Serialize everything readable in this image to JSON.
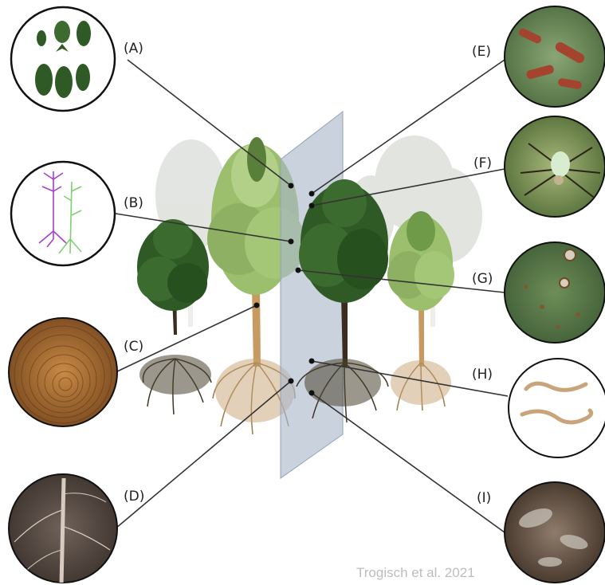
{
  "labels": {
    "A": "(A)",
    "B": "(B)",
    "C": "(C)",
    "D": "(D)",
    "E": "(E)",
    "F": "(F)",
    "G": "(G)",
    "H": "(H)",
    "I": "(I)"
  },
  "credit": "Trogisch et al. 2021",
  "colors": {
    "leaf_dark": "#2f5a26",
    "leaf_light": "#8fb36a",
    "trunk": "#c79a62",
    "root": "#9b7a4e",
    "plane": "#a9b6c9",
    "connector": "#333333"
  }
}
